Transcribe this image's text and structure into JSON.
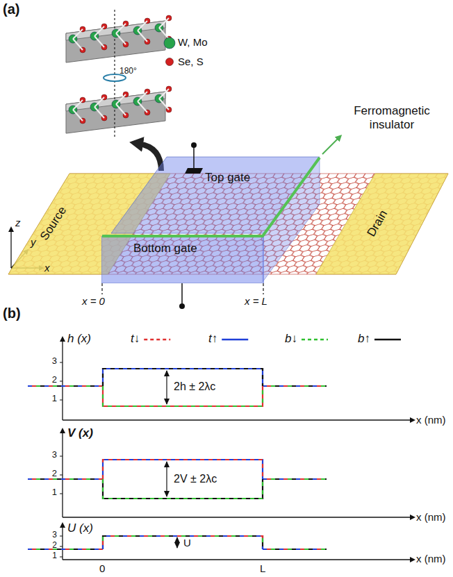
{
  "diagram": {
    "nodes": [
      {
        "text": [
          "Source"
        ]
      },
      {
        "text": [
          "Top gate"
        ]
      },
      {
        "text": [
          "Bottom gate"
        ]
      },
      {
        "text": [
          "Drain"
        ]
      }
    ],
    "labels": [
      "(a)",
      "W, Mo",
      "Se, S",
      "180°",
      "Ferromagnetic insulator",
      "z",
      "y",
      "x",
      "x = 0",
      "x = L",
      "(b)",
      "h (x)",
      "3",
      "2",
      "1",
      "x (nm)",
      "2h ± 2λc",
      "V (x)",
      "3",
      "2",
      "1",
      "x (nm)",
      "2V ± 2λc",
      "U (x)",
      "3",
      "2",
      "1",
      "U",
      "x (nm)",
      "0",
      "L"
    ],
    "legend": [
      {
        "text": "t↓"
      },
      {
        "text": "t↑"
      },
      {
        "text": "b↓"
      },
      {
        "text": "b↑"
      }
    ]
  }
}
